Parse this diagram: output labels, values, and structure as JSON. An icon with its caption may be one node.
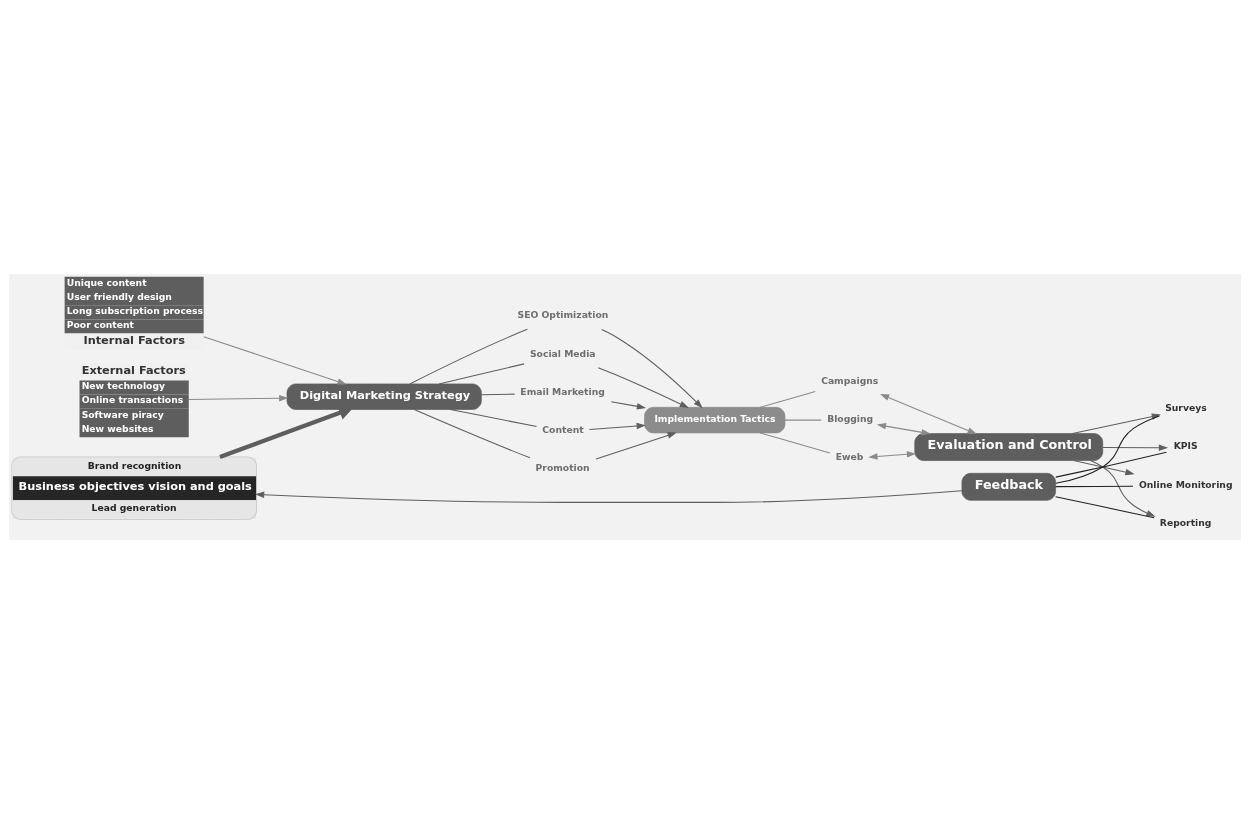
{
  "diagram": {
    "nodes": [
      {
        "text": [
          "External Factors",
          "New technology",
          "Online transactions",
          "Software piracy",
          "New websites"
        ]
      },
      {
        "text": [
          "Brand recognition",
          "Business objectives vision and goals",
          "Lead generation"
        ]
      },
      {
        "text": [
          "Digital Marketing Strategy"
        ]
      },
      {
        "text": [
          "Unique content",
          "User friendly design",
          "Long subscription process",
          "Poor content",
          "Internal Factors"
        ]
      },
      {
        "text": [
          "Social Media"
        ]
      },
      {
        "text": [
          "Email Marketing"
        ]
      },
      {
        "text": [
          "Content"
        ]
      },
      {
        "text": [
          "Promotion"
        ]
      },
      {
        "text": [
          "SEO Optimization"
        ]
      },
      {
        "text": [
          "Implementation Tactics"
        ]
      },
      {
        "text": [
          "Campaigns"
        ]
      },
      {
        "text": [
          "Blogging"
        ]
      },
      {
        "text": [
          "Eweb"
        ]
      },
      {
        "text": [
          "Evaluation and Control"
        ]
      },
      {
        "text": [
          "Online Monitoring"
        ]
      },
      {
        "text": [
          "Reporting"
        ]
      },
      {
        "text": [
          "Surveys"
        ]
      },
      {
        "text": [
          "KPIS"
        ]
      },
      {
        "text": [
          "Feedback"
        ]
      }
    ],
    "edges": [
      {
        "from": 0,
        "to": 2,
        "arrow": "to",
        "color": "#8a8a8a"
      },
      {
        "from": 1,
        "to": 2,
        "arrow": "to",
        "style": "thick"
      },
      {
        "from": 3,
        "to": 2,
        "arrow": "to",
        "color": "#8a8a8a"
      },
      {
        "from": 2,
        "to": 4,
        "arrow": "none"
      },
      {
        "from": 2,
        "to": 5,
        "arrow": "none"
      },
      {
        "from": 2,
        "to": 6,
        "arrow": "none"
      },
      {
        "from": 2,
        "to": 7,
        "arrow": "none"
      },
      {
        "from": 2,
        "to": 8,
        "arrow": "none"
      },
      {
        "from": 4,
        "to": 9,
        "arrow": "to"
      },
      {
        "from": 5,
        "to": 9,
        "arrow": "to"
      },
      {
        "from": 6,
        "to": 9,
        "arrow": "to"
      },
      {
        "from": 7,
        "to": 9,
        "arrow": "to"
      },
      {
        "from": 8,
        "to": 9,
        "arrow": "to"
      },
      {
        "from": 9,
        "to": 10,
        "arrow": "none",
        "color": "#8a8a8a"
      },
      {
        "from": 9,
        "to": 11,
        "arrow": "none",
        "color": "#8a8a8a"
      },
      {
        "from": 9,
        "to": 12,
        "arrow": "none",
        "color": "#8a8a8a"
      },
      {
        "from": 10,
        "to": 13,
        "arrow": "both",
        "color": "#8a8a8a"
      },
      {
        "from": 11,
        "to": 13,
        "arrow": "both",
        "color": "#8a8a8a"
      },
      {
        "from": 12,
        "to": 13,
        "arrow": "both",
        "color": "#8a8a8a"
      },
      {
        "from": 13,
        "to": 14,
        "arrow": "to"
      },
      {
        "from": 13,
        "to": 15,
        "arrow": "to"
      },
      {
        "from": 13,
        "to": 16,
        "arrow": "to"
      },
      {
        "from": 13,
        "to": 17,
        "arrow": "to"
      },
      {
        "from": 18,
        "to": 14,
        "arrow": "none",
        "color": "#222222"
      },
      {
        "from": 18,
        "to": 15,
        "arrow": "none",
        "color": "#222222"
      },
      {
        "from": 18,
        "to": 16,
        "arrow": "none",
        "color": "#222222"
      },
      {
        "from": 18,
        "to": 17,
        "arrow": "none",
        "color": "#222222"
      },
      {
        "from": 18,
        "to": 1,
        "arrow": "to"
      }
    ]
  }
}
